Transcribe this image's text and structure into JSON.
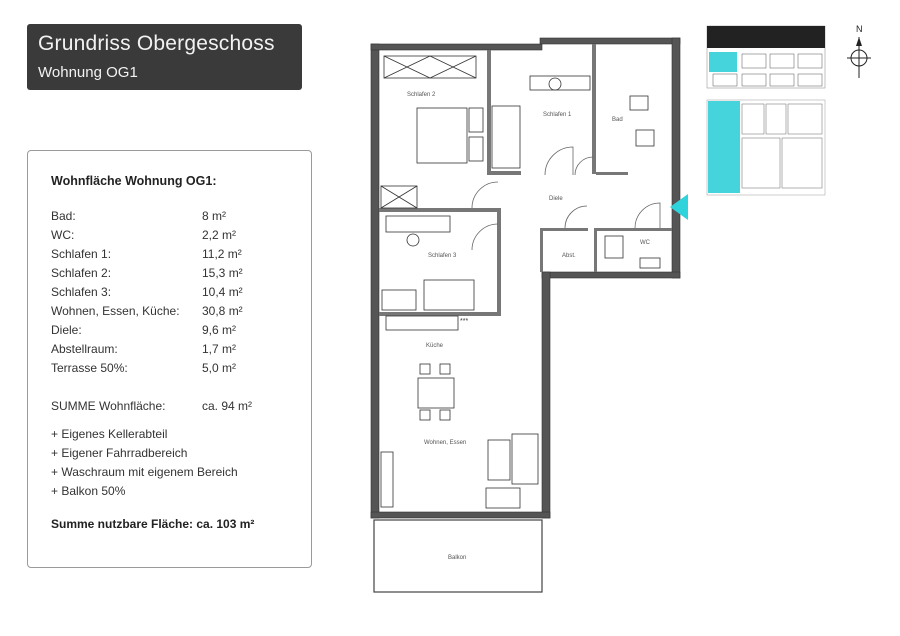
{
  "header": {
    "title": "Grundriss Obergeschoss",
    "subtitle": "Wohnung OG1"
  },
  "area_panel": {
    "heading": "Wohnfläche Wohnung OG1:",
    "rows": [
      {
        "label": "Bad:",
        "value": "8 m²"
      },
      {
        "label": "WC:",
        "value": "2,2 m²"
      },
      {
        "label": "Schlafen 1:",
        "value": "11,2 m²"
      },
      {
        "label": "Schlafen 2:",
        "value": "15,3 m²"
      },
      {
        "label": "Schlafen 3:",
        "value": "10,4 m²"
      },
      {
        "label": "Wohnen, Essen, Küche:",
        "value": "30,8 m²"
      },
      {
        "label": "Diele:",
        "value": "9,6 m²"
      },
      {
        "label": "Abstellraum:",
        "value": "1,7 m²"
      },
      {
        "label": "Terrasse 50%:",
        "value": "5,0 m²"
      }
    ],
    "sum_label": "SUMME Wohnfläche:",
    "sum_value": "ca. 94 m²",
    "extras": [
      "+ Eigenes Kellerabteil",
      "+ Eigener Fahrradbereich",
      "+ Waschraum mit eigenem Bereich",
      "+ Balkon 50%"
    ],
    "total": "Summe nutzbare Fläche: ca. 103 m²"
  },
  "floorplan": {
    "rooms": {
      "schlafen2": "Schlafen 2",
      "schlafen1": "Schlafen 1",
      "bad": "Bad",
      "diele": "Diele",
      "schlafen3": "Schlafen 3",
      "abst": "Abst.",
      "wc": "WC",
      "kueche": "Küche",
      "wohnen": "Wohnen, Essen",
      "balkon": "Balkon"
    },
    "stove_marks": "***",
    "entrance_color": "#2ed3dc"
  },
  "key_plan": {
    "highlight_color": "#45d4dc"
  },
  "compass": {
    "north_label": "N"
  }
}
